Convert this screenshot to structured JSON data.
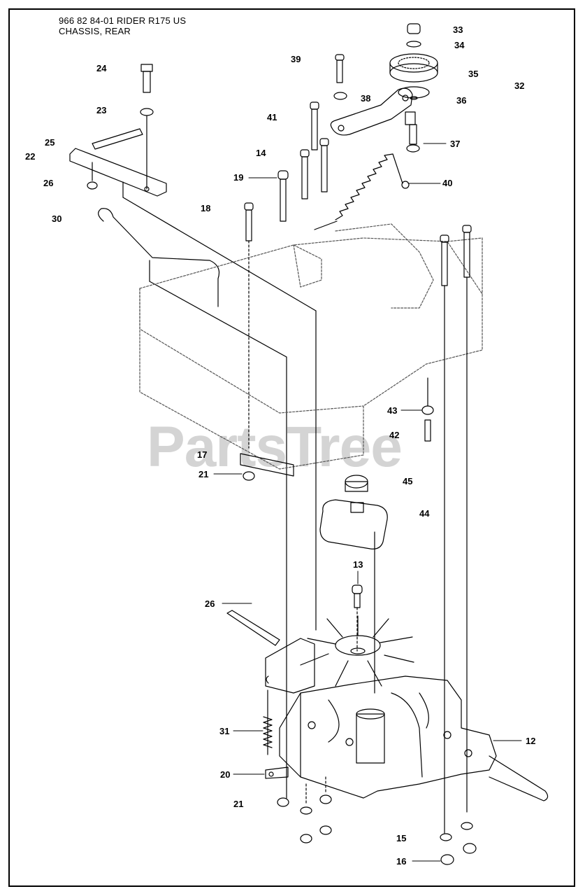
{
  "header": {
    "line1": "966 82 84-01 RIDER R175 US",
    "line2": "CHASSIS, REAR"
  },
  "watermark": "PartsTree",
  "callouts": [
    {
      "id": "c33",
      "label": "33"
    },
    {
      "id": "c34",
      "label": "34"
    },
    {
      "id": "c35",
      "label": "35"
    },
    {
      "id": "c32",
      "label": "32"
    },
    {
      "id": "c39",
      "label": "39"
    },
    {
      "id": "c38",
      "label": "38"
    },
    {
      "id": "c36",
      "label": "36"
    },
    {
      "id": "c37",
      "label": "37"
    },
    {
      "id": "c24",
      "label": "24"
    },
    {
      "id": "c23",
      "label": "23"
    },
    {
      "id": "c41",
      "label": "41"
    },
    {
      "id": "c25",
      "label": "25"
    },
    {
      "id": "c22",
      "label": "22"
    },
    {
      "id": "c14",
      "label": "14"
    },
    {
      "id": "c19",
      "label": "19"
    },
    {
      "id": "c40",
      "label": "40"
    },
    {
      "id": "c26a",
      "label": "26"
    },
    {
      "id": "c18",
      "label": "18"
    },
    {
      "id": "c30",
      "label": "30"
    },
    {
      "id": "c43",
      "label": "43"
    },
    {
      "id": "c42",
      "label": "42"
    },
    {
      "id": "c17",
      "label": "17"
    },
    {
      "id": "c21a",
      "label": "21"
    },
    {
      "id": "c45",
      "label": "45"
    },
    {
      "id": "c44",
      "label": "44"
    },
    {
      "id": "c13",
      "label": "13"
    },
    {
      "id": "c26b",
      "label": "26"
    },
    {
      "id": "c31",
      "label": "31"
    },
    {
      "id": "c12",
      "label": "12"
    },
    {
      "id": "c20",
      "label": "20"
    },
    {
      "id": "c21b",
      "label": "21"
    },
    {
      "id": "c15",
      "label": "15"
    },
    {
      "id": "c16",
      "label": "16"
    }
  ]
}
